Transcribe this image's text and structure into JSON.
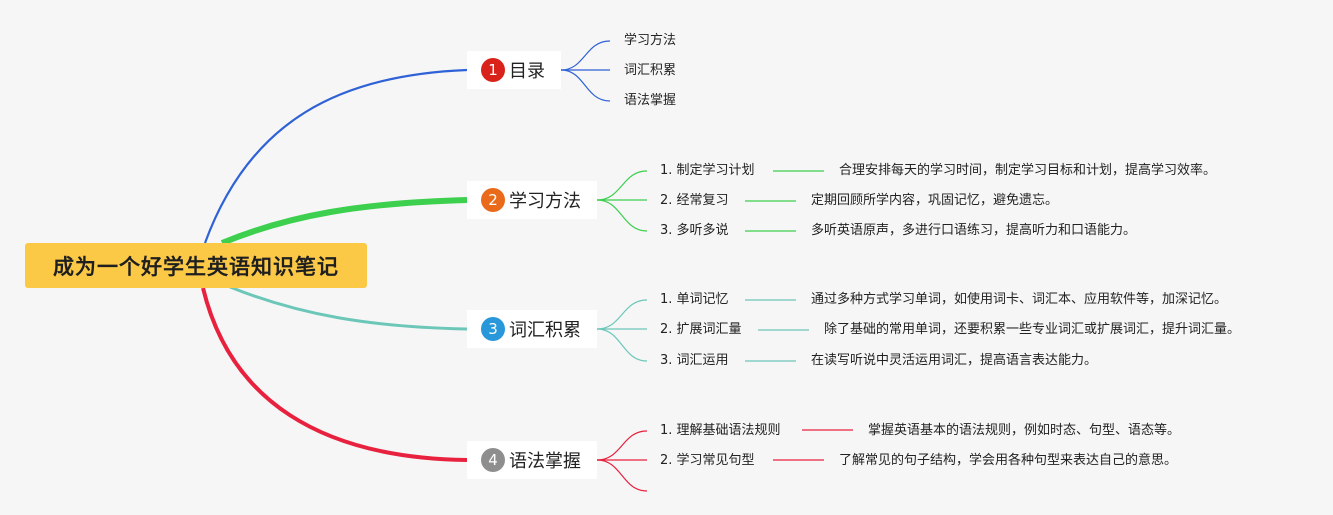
{
  "root": {
    "title": "成为一个好学生英语知识笔记",
    "color": "#fcc947"
  },
  "branches": [
    {
      "number": "1",
      "label": "目录",
      "color": "#2e62d6",
      "badge_color": "#d8221a",
      "items": [
        {
          "label": "学习方法"
        },
        {
          "label": "词汇积累"
        },
        {
          "label": "语法掌握"
        }
      ]
    },
    {
      "number": "2",
      "label": "学习方法",
      "color": "#3dcf4e",
      "badge_color": "#ea6a1b",
      "items": [
        {
          "label": "1. 制定学习计划",
          "note": "合理安排每天的学习时间，制定学习目标和计划，提高学习效率。"
        },
        {
          "label": "2. 经常复习",
          "note": "定期回顾所学内容，巩固记忆，避免遗忘。"
        },
        {
          "label": "3. 多听多说",
          "note": "多听英语原声，多进行口语练习，提高听力和口语能力。"
        }
      ]
    },
    {
      "number": "3",
      "label": "词汇积累",
      "color": "#6cc7b9",
      "badge_color": "#2898da",
      "items": [
        {
          "label": "1. 单词记忆",
          "note": "通过多种方式学习单词，如使用词卡、词汇本、应用软件等，加深记忆。"
        },
        {
          "label": "2. 扩展词汇量",
          "note": "除了基础的常用单词，还要积累一些专业词汇或扩展词汇，提升词汇量。"
        },
        {
          "label": "3. 词汇运用",
          "note": "在读写听说中灵活运用词汇，提高语言表达能力。"
        }
      ]
    },
    {
      "number": "4",
      "label": "语法掌握",
      "color": "#e8223e",
      "badge_color": "#8e8e8e",
      "items": [
        {
          "label": "1. 理解基础语法规则",
          "note": "掌握英语基本的语法规则，例如时态、句型、语态等。"
        },
        {
          "label": "2. 学习常见句型",
          "note": "了解常见的句子结构，学会用各种句型来表达自己的意思。"
        }
      ]
    }
  ]
}
